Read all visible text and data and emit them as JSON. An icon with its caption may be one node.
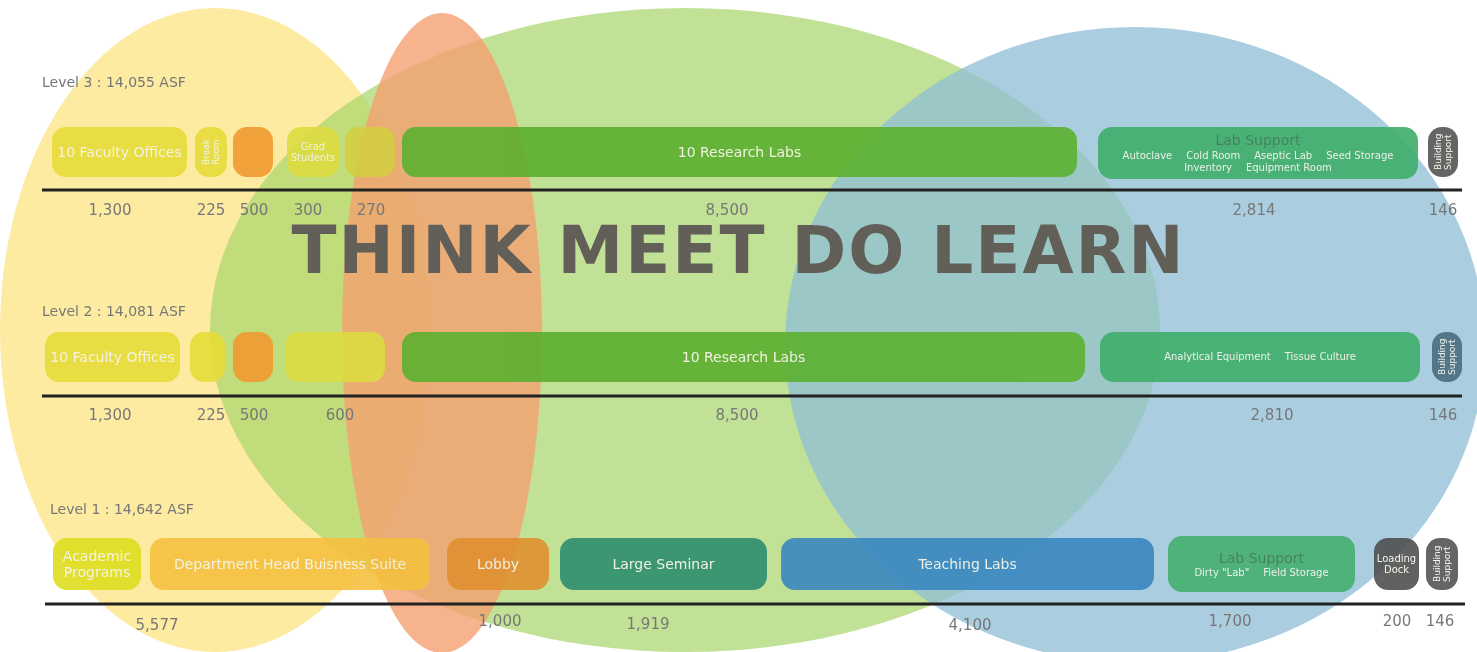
{
  "diagram": {
    "title": "THINK MEET DO LEARN",
    "nodes": [
      {
        "text": [
          "10 Faculty Offices"
        ]
      },
      {
        "text": [
          "Break Room"
        ]
      },
      {
        "text": [],
        "shape": "box"
      },
      {
        "text": [
          "Grad Students"
        ]
      },
      {
        "text": [],
        "shape": "box"
      },
      {
        "text": [
          "10 Research Labs"
        ]
      },
      {
        "text": [
          "Lab Support",
          "Autoclave",
          "Cold Room",
          "Aseptic Lab",
          "Seed Storage",
          "Inventory",
          "Equipment Room"
        ]
      },
      {
        "text": [
          "Building Support"
        ]
      },
      {
        "text": [
          "10 Faculty Offices"
        ]
      },
      {
        "text": [],
        "shape": "box"
      },
      {
        "text": [],
        "shape": "box"
      },
      {
        "text": [],
        "shape": "box"
      },
      {
        "text": [
          "10 Research Labs"
        ]
      },
      {
        "text": [
          "Analytical Equipment",
          "Tissue Culture"
        ]
      },
      {
        "text": [
          "Building Support"
        ]
      },
      {
        "text": [
          "Academic Programs"
        ]
      },
      {
        "text": [
          "Department Head Buisness Suite"
        ]
      },
      {
        "text": [
          "Lobby"
        ]
      },
      {
        "text": [
          "Large Seminar"
        ]
      },
      {
        "text": [
          "Teaching Labs"
        ]
      },
      {
        "text": [
          "Lab Support",
          "Dirty \"Lab\"",
          "Field Storage"
        ]
      },
      {
        "text": [
          "Loading Dock"
        ]
      },
      {
        "text": [
          "Building Support"
        ]
      }
    ],
    "labels": [
      "Level 3 : 14,055 ASF",
      "1,300",
      "225",
      "500",
      "300",
      "270",
      "8,500",
      "2,814",
      "146",
      "Level 2 : 14,081 ASF",
      "1,300",
      "225",
      "500",
      "600",
      "8,500",
      "2,810",
      "146",
      "Level 1 : 14,642 ASF",
      "5,577",
      "1,000",
      "1,919",
      "4,100",
      "1,700",
      "200",
      "146"
    ]
  }
}
